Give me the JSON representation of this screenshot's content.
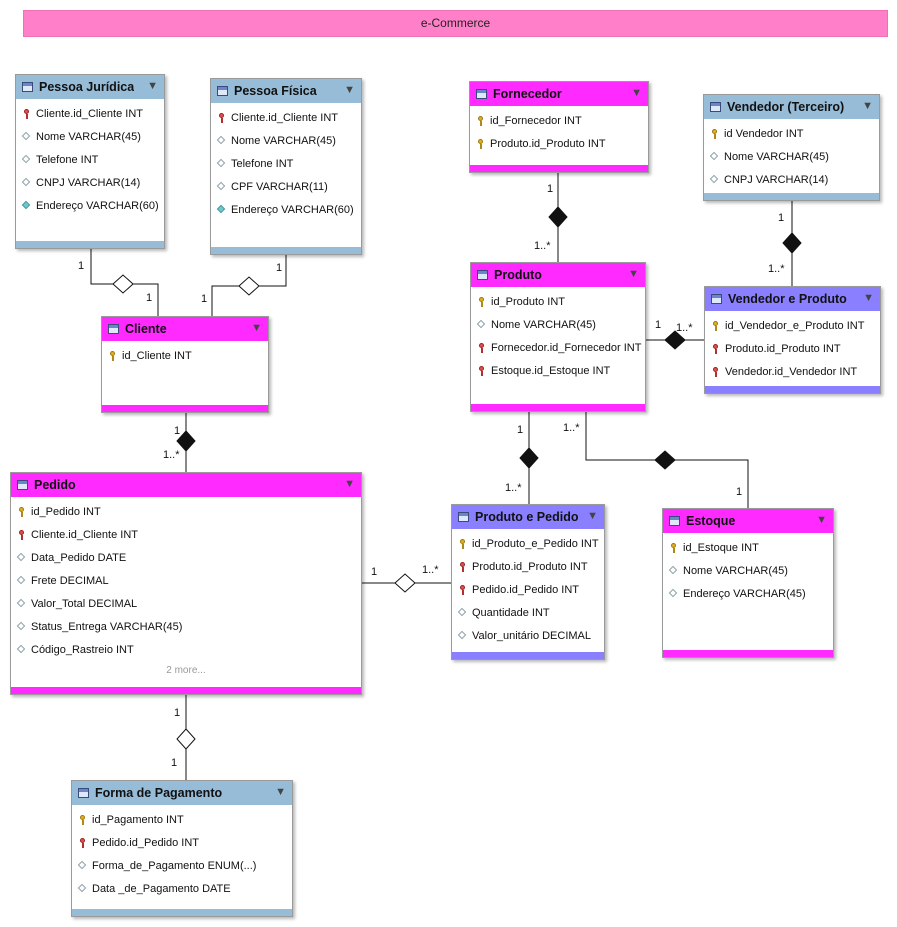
{
  "diagram_title": "e-Commerce",
  "colors": {
    "banner": "#ff80c8",
    "header_blue": "#96bcd8",
    "header_magenta": "#ff2aff",
    "header_violet": "#8a80ff"
  },
  "tables": {
    "pj": {
      "name": "Pessoa Jurídica",
      "rows": [
        {
          "k": "fk",
          "t": "Cliente.id_Cliente INT"
        },
        {
          "k": "col",
          "t": "Nome VARCHAR(45)"
        },
        {
          "k": "col",
          "t": "Telefone INT"
        },
        {
          "k": "col",
          "t": "CNPJ VARCHAR(14)"
        },
        {
          "k": "colf",
          "t": "Endereço VARCHAR(60)"
        }
      ]
    },
    "pf": {
      "name": "Pessoa Física",
      "rows": [
        {
          "k": "fk",
          "t": "Cliente.id_Cliente INT"
        },
        {
          "k": "col",
          "t": "Nome VARCHAR(45)"
        },
        {
          "k": "col",
          "t": "Telefone INT"
        },
        {
          "k": "col",
          "t": "CPF VARCHAR(11)"
        },
        {
          "k": "colf",
          "t": "Endereço VARCHAR(60)"
        }
      ]
    },
    "cli": {
      "name": "Cliente",
      "rows": [
        {
          "k": "pk",
          "t": "id_Cliente INT"
        }
      ]
    },
    "ped": {
      "name": "Pedido",
      "rows": [
        {
          "k": "pk",
          "t": "id_Pedido INT"
        },
        {
          "k": "fk",
          "t": "Cliente.id_Cliente INT"
        },
        {
          "k": "col",
          "t": "Data_Pedido DATE"
        },
        {
          "k": "col",
          "t": "Frete DECIMAL"
        },
        {
          "k": "col",
          "t": "Valor_Total DECIMAL"
        },
        {
          "k": "col",
          "t": "Status_Entrega VARCHAR(45)"
        },
        {
          "k": "col",
          "t": "Código_Rastreio INT"
        }
      ],
      "more": "2 more..."
    },
    "fp": {
      "name": "Forma de Pagamento",
      "rows": [
        {
          "k": "pk",
          "t": "id_Pagamento INT"
        },
        {
          "k": "fk",
          "t": "Pedido.id_Pedido INT"
        },
        {
          "k": "col",
          "t": "Forma_de_Pagamento ENUM(...)"
        },
        {
          "k": "col",
          "t": "Data _de_Pagamento DATE"
        }
      ]
    },
    "forn": {
      "name": "Fornecedor",
      "rows": [
        {
          "k": "pk",
          "t": "id_Fornecedor INT"
        },
        {
          "k": "pk",
          "t": "Produto.id_Produto INT"
        }
      ]
    },
    "vend": {
      "name": "Vendedor (Terceiro)",
      "rows": [
        {
          "k": "pk",
          "t": "id Vendedor INT"
        },
        {
          "k": "col",
          "t": "Nome VARCHAR(45)"
        },
        {
          "k": "col",
          "t": "CNPJ VARCHAR(14)"
        }
      ]
    },
    "prod": {
      "name": "Produto",
      "rows": [
        {
          "k": "pk",
          "t": "id_Produto INT"
        },
        {
          "k": "col",
          "t": "Nome VARCHAR(45)"
        },
        {
          "k": "fk",
          "t": "Fornecedor.id_Fornecedor INT"
        },
        {
          "k": "fk",
          "t": "Estoque.id_Estoque INT"
        }
      ]
    },
    "vp": {
      "name": "Vendedor e Produto",
      "rows": [
        {
          "k": "pk",
          "t": "id_Vendedor_e_Produto INT"
        },
        {
          "k": "fk",
          "t": "Produto.id_Produto INT"
        },
        {
          "k": "fk",
          "t": "Vendedor.id_Vendedor INT"
        }
      ]
    },
    "pp": {
      "name": "Produto e Pedido",
      "rows": [
        {
          "k": "pk",
          "t": "id_Produto_e_Pedido INT"
        },
        {
          "k": "fk",
          "t": "Produto.id_Produto INT"
        },
        {
          "k": "fk",
          "t": "Pedido.id_Pedido INT"
        },
        {
          "k": "col",
          "t": "Quantidade INT"
        },
        {
          "k": "col",
          "t": "Valor_unitário DECIMAL"
        }
      ]
    },
    "est": {
      "name": "Estoque",
      "rows": [
        {
          "k": "pk",
          "t": "id_Estoque INT"
        },
        {
          "k": "col",
          "t": "Nome VARCHAR(45)"
        },
        {
          "k": "col",
          "t": "Endereço VARCHAR(45)"
        }
      ]
    }
  },
  "multiplicities": {
    "pj_cli_a": "1",
    "pj_cli_b": "1",
    "pf_cli_a": "1",
    "pf_cli_b": "1",
    "cli_ped_a": "1",
    "cli_ped_b": "1..*",
    "ped_fp_a": "1",
    "ped_fp_b": "1",
    "ped_pp_a": "1",
    "ped_pp_b": "1..*",
    "forn_prod_a": "1",
    "forn_prod_b": "1..*",
    "vend_vp_a": "1",
    "vend_vp_b": "1..*",
    "prod_vp_a": "1",
    "prod_vp_b": "1..*",
    "prod_pp_a": "1",
    "prod_pp_b": "1..*",
    "prod_est_a": "1..*",
    "prod_est_b": "1"
  }
}
